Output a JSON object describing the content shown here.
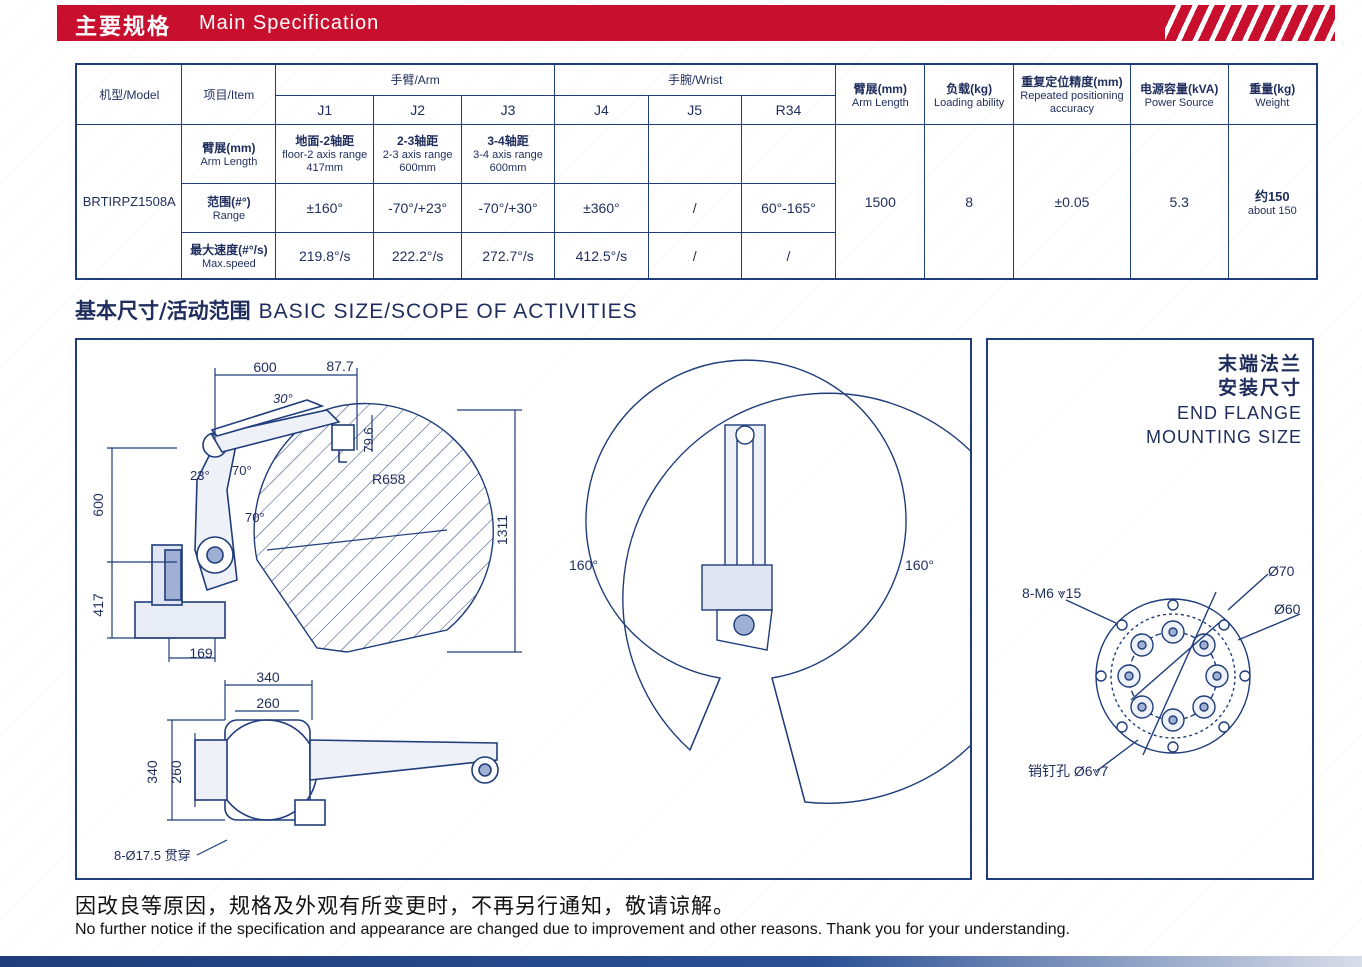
{
  "header": {
    "title_zh": "主要规格",
    "title_en": "Main Specification"
  },
  "spec_table": {
    "model_header": "机型/Model",
    "item_header": "项目/Item",
    "arm_group": "手臂/Arm",
    "wrist_group": "手腕/Wrist",
    "joints": [
      "J1",
      "J2",
      "J3",
      "J4",
      "J5",
      "R34"
    ],
    "arm_length_header": {
      "zh": "臂展(mm)",
      "en": "Arm Length"
    },
    "load_header": {
      "zh": "负载(kg)",
      "en": "Loading ability"
    },
    "accuracy_header": {
      "zh": "重复定位精度(mm)",
      "en1": "Repeated positioning",
      "en2": "accuracy"
    },
    "power_header": {
      "zh": "电源容量(kVA)",
      "en": "Power Source"
    },
    "weight_header": {
      "zh": "重量(kg)",
      "en": "Weight"
    },
    "model": "BRTIRPZ1508A",
    "rows": {
      "arm_length": {
        "label_zh": "臂展(mm)",
        "label_en": "Arm Length",
        "j1": {
          "a": "地面-2轴距",
          "b": "floor-2 axis range",
          "c": "417mm"
        },
        "j2": {
          "a": "2-3轴距",
          "b": "2-3 axis range",
          "c": "600mm"
        },
        "j3": {
          "a": "3-4轴距",
          "b": "3-4 axis range",
          "c": "600mm"
        }
      },
      "range": {
        "label_zh": "范围(#°)",
        "label_en": "Range",
        "values": [
          "±160°",
          "-70°/+23°",
          "-70°/+30°",
          "±360°",
          "/",
          "60°-165°"
        ]
      },
      "speed": {
        "label_zh": "最大速度(#°/s)",
        "label_en": "Max.speed",
        "values": [
          "219.8°/s",
          "222.2°/s",
          "272.7°/s",
          "412.5°/s",
          "/",
          "/"
        ]
      }
    },
    "arm_length_value": "1500",
    "load_value": "8",
    "accuracy_value": "±0.05",
    "power_value": "5.3",
    "weight_value_zh": "约150",
    "weight_value_en": "about 150"
  },
  "section": {
    "title_zh": "基本尺寸/活动范围",
    "title_en": "BASIC SIZE/SCOPE OF ACTIVITIES"
  },
  "drawing": {
    "dims": {
      "d600_top": "600",
      "d87_7": "87.7",
      "d30deg": "30°",
      "d79_6": "79.6",
      "d23deg": "23°",
      "d70deg_a": "70°",
      "d70deg_b": "70°",
      "r658": "R658",
      "d1311": "1311",
      "d600_left": "600",
      "d417": "417",
      "d169": "169",
      "d340_top": "340",
      "d260_top": "260",
      "d340_left": "340",
      "d260_left": "260",
      "holes": "8-Ø17.5 贯穿",
      "rot_left": "160°",
      "rot_right": "160°"
    }
  },
  "flange": {
    "title_zh1": "末端法兰",
    "title_zh2": "安装尺寸",
    "title_en1": "END FLANGE",
    "title_en2": "MOUNTING SIZE",
    "d70": "Ø70",
    "d60": "Ø60",
    "m6": "8-M6 ⩔15",
    "pin": "销钉孔 Ø6⩔7"
  },
  "notice": {
    "zh": "因改良等原因，规格及外观有所变更时，不再另行通知，敬请谅解。",
    "en": "No further notice if the specification and appearance are changed due to improvement and other reasons. Thank you for your understanding."
  }
}
